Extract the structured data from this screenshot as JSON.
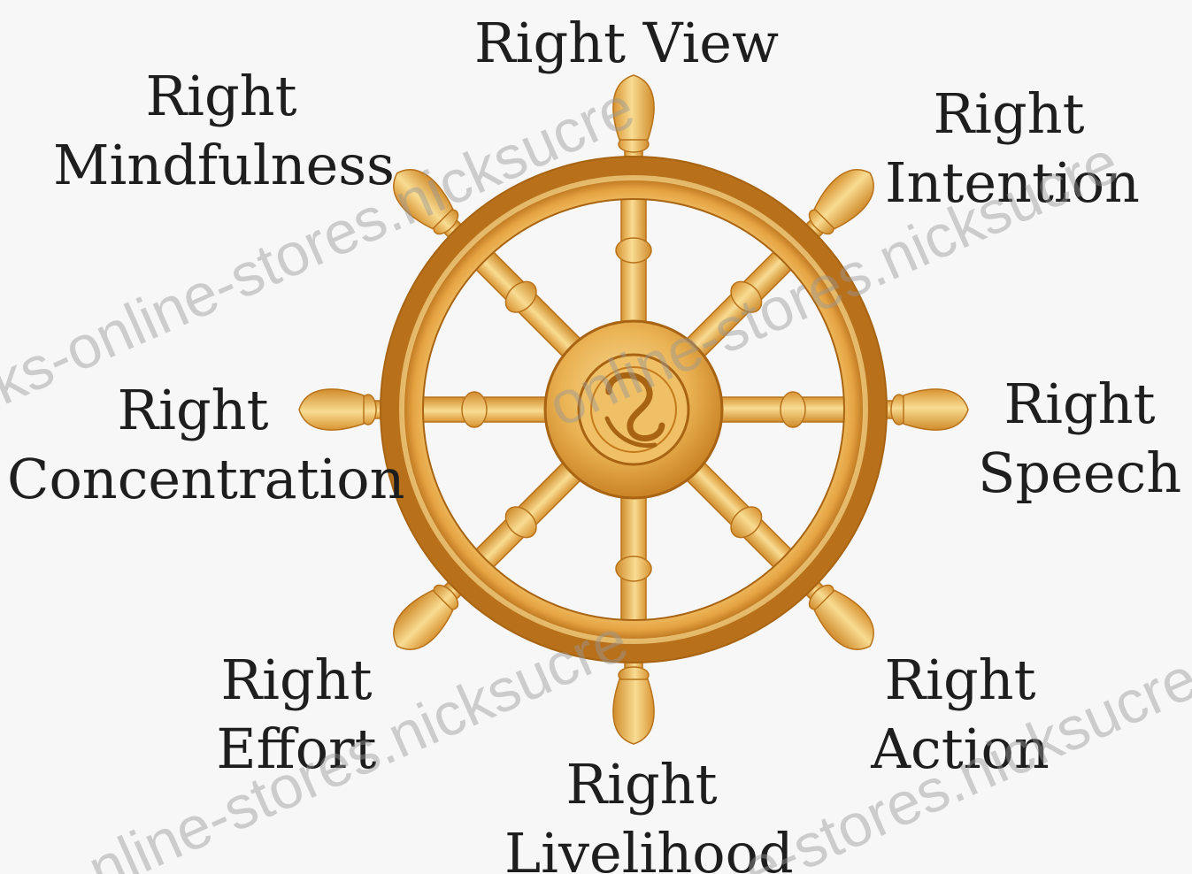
{
  "diagram": {
    "labels": {
      "right_view": [
        "Right View"
      ],
      "right_intention": [
        "Right",
        "Intention"
      ],
      "right_speech": [
        "Right",
        "Speech"
      ],
      "right_action": [
        "Right",
        "Action"
      ],
      "right_livelihood": [
        "Right",
        "Livelihood"
      ],
      "right_effort": [
        "Right",
        "Effort"
      ],
      "right_concentration": [
        "Right",
        "Concentration"
      ],
      "right_mindfulness": [
        "Right",
        "Mindfulness"
      ]
    },
    "wheel": {
      "spokes": 8,
      "colors": {
        "gold_light": "#f6d98a",
        "gold": "#e8b04a",
        "gold_dark": "#c47a1c",
        "outline": "#a86412"
      }
    }
  },
  "watermark": {
    "text_a": "ks-online-stores.nicksucre",
    "text_b": "online-stores.nicksucre",
    "text_c": "nline-stores.nicksucre",
    "text_d": "e-stores.nicksucre"
  }
}
